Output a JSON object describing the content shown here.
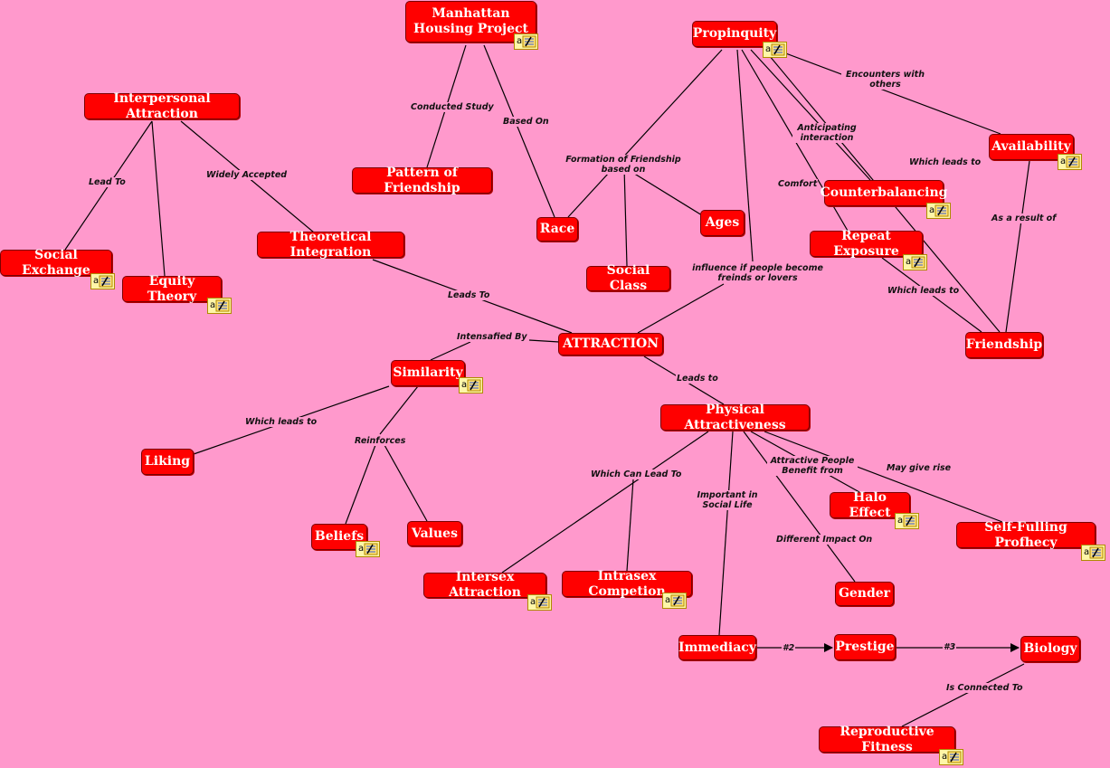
{
  "map": {
    "background": "#ff99cc",
    "node_color": "#ff0000",
    "note_icon": "annotation-note-icon",
    "nodes": {
      "manhattan": "Manhattan Housing Project",
      "propinquity": "Propinquity",
      "interpersonal": "Interpersonal Attraction",
      "pattern": "Pattern of Friendship",
      "availability": "Availability",
      "counterbalancing": "Counterbalancing",
      "race": "Race",
      "ages": "Ages",
      "theoretical": "Theoretical Integration",
      "repeat": "Repeat Exposure",
      "social_exchange": "Social  Exchange",
      "social_class": "Social Class",
      "equity": "Equity Theory",
      "attraction": "ATTRACTION",
      "friendship": "Friendship",
      "similarity": "Similarity",
      "physical": "Physical Attractiveness",
      "liking": "Liking",
      "halo": "Halo Effect",
      "self_fulfilling": "Self-Fulling Profhecy",
      "beliefs": "Beliefs",
      "values": "Values",
      "intersex": "Intersex Attraction",
      "intrasex": "Intrasex Competion",
      "gender": "Gender",
      "immediacy": "Immediacy",
      "prestige": "Prestige",
      "biology": "Biology",
      "reproductive": "Reproductive Fitness"
    },
    "links": {
      "conducted_study": "Conducted Study",
      "based_on": "Based On",
      "encounters": "Encounters with others",
      "lead_to": "Lead To",
      "widely_accepted": "Widely Accepted",
      "formation": "Formation of Friendship based on",
      "anticipating": "Anticipating interaction",
      "which_leads_to_1": "Which leads to",
      "as_a_result": "As a result of",
      "comfort": "Comfort",
      "influence": "influence if people become freinds or lovers",
      "which_leads_to_2": "Which leads to",
      "leads_to_1": "Leads To",
      "intensafied": "Intensafied By",
      "leads_to_2": "Leads to",
      "which_leads_to_3": "Which leads to",
      "reinforces": "Reinforces",
      "which_can": "Which Can Lead To",
      "important": "Important in Social Life",
      "benefit": "Attractive People Benefit from",
      "give_rise": "May give rise",
      "different": "Different Impact On",
      "n2": "#2",
      "n3": "#3",
      "connected": "Is Connected To"
    }
  }
}
